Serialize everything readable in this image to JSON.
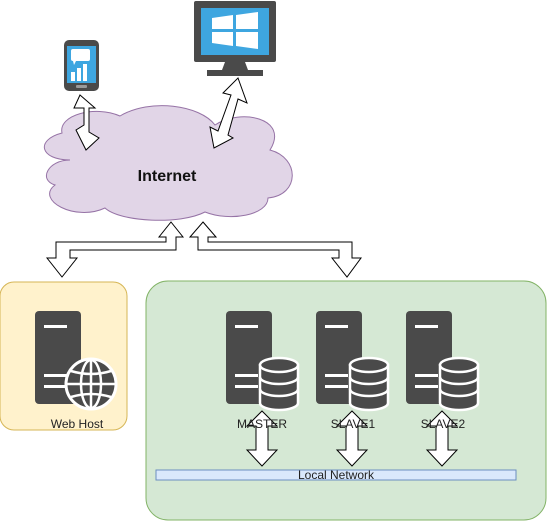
{
  "cloud": {
    "label": "Internet"
  },
  "web_host": {
    "label": "Web Host"
  },
  "servers": [
    {
      "label": "MASTER"
    },
    {
      "label": "SLAVE1"
    },
    {
      "label": "SLAVE2"
    }
  ],
  "network": {
    "label": "Local Network"
  },
  "icons": {
    "client_desktop": "windows-monitor-icon",
    "client_mobile": "smartphone-icon",
    "globe": "globe-icon",
    "database": "database-icon",
    "server": "server-tower-icon"
  },
  "colors": {
    "cloud_fill": "#e1d5e7",
    "cloud_stroke": "#9673a6",
    "webhost_fill": "#fff2cc",
    "webhost_stroke": "#d6b656",
    "cluster_fill": "#d5e8d4",
    "cluster_stroke": "#82b366",
    "network_fill": "#dae8fc",
    "network_stroke": "#6c8ebf",
    "server_dark": "#4a4a4a",
    "screen_blue": "#3ea6e0"
  }
}
